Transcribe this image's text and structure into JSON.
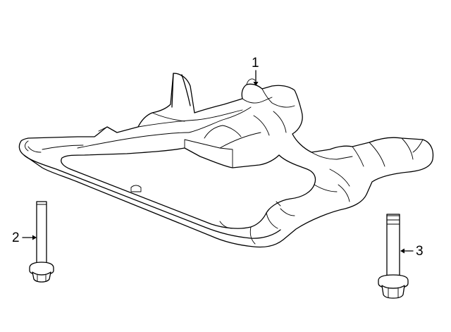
{
  "callouts": [
    {
      "number": "1",
      "part": "crossmember"
    },
    {
      "number": "2",
      "part": "front-bolt"
    },
    {
      "number": "3",
      "part": "rear-bolt"
    }
  ]
}
